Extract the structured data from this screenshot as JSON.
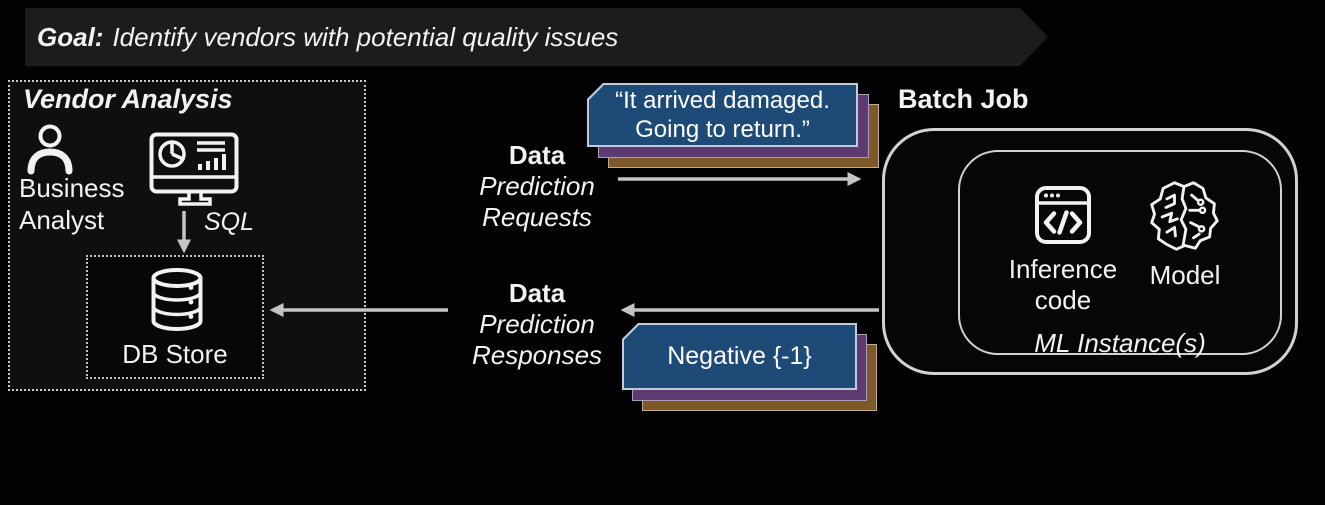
{
  "banner": {
    "goal_label": "Goal:",
    "goal_text": "Identify vendors with potential quality issues"
  },
  "vendor_analysis": {
    "title": "Vendor Analysis",
    "analyst_line1": "Business",
    "analyst_line2": "Analyst",
    "sql_label": "SQL",
    "db_store_label": "DB Store"
  },
  "prediction_requests": {
    "line1": "Data",
    "line2": "Prediction",
    "line3": "Requests"
  },
  "request_card": {
    "line1": "“It arrived damaged.",
    "line2": "Going to return.”"
  },
  "prediction_responses": {
    "line1": "Data",
    "line2": "Prediction",
    "line3": "Responses"
  },
  "response_card": {
    "text": "Negative {-1}"
  },
  "batch_job": {
    "title": "Batch Job",
    "inference_line1": "Inference",
    "inference_line2": "code",
    "model_label": "Model",
    "ml_instances_label": "ML Instance(s)"
  },
  "icons": {
    "business_analyst": "person-icon",
    "analytics": "monitor-dashboard-icon",
    "db_store": "database-icon",
    "inference_code": "code-window-icon",
    "model": "brain-circuit-icon"
  },
  "colors": {
    "background": "#020202",
    "banner_bg": "#1c1c1c",
    "card_blue": "#1e4a78",
    "card_purple": "#5d3b72",
    "card_brown": "#7c5926",
    "card_border": "#c2cbd9",
    "box_border": "#d2d2d2",
    "arrow": "#c4c4c4",
    "text": "#f2f2f2"
  }
}
